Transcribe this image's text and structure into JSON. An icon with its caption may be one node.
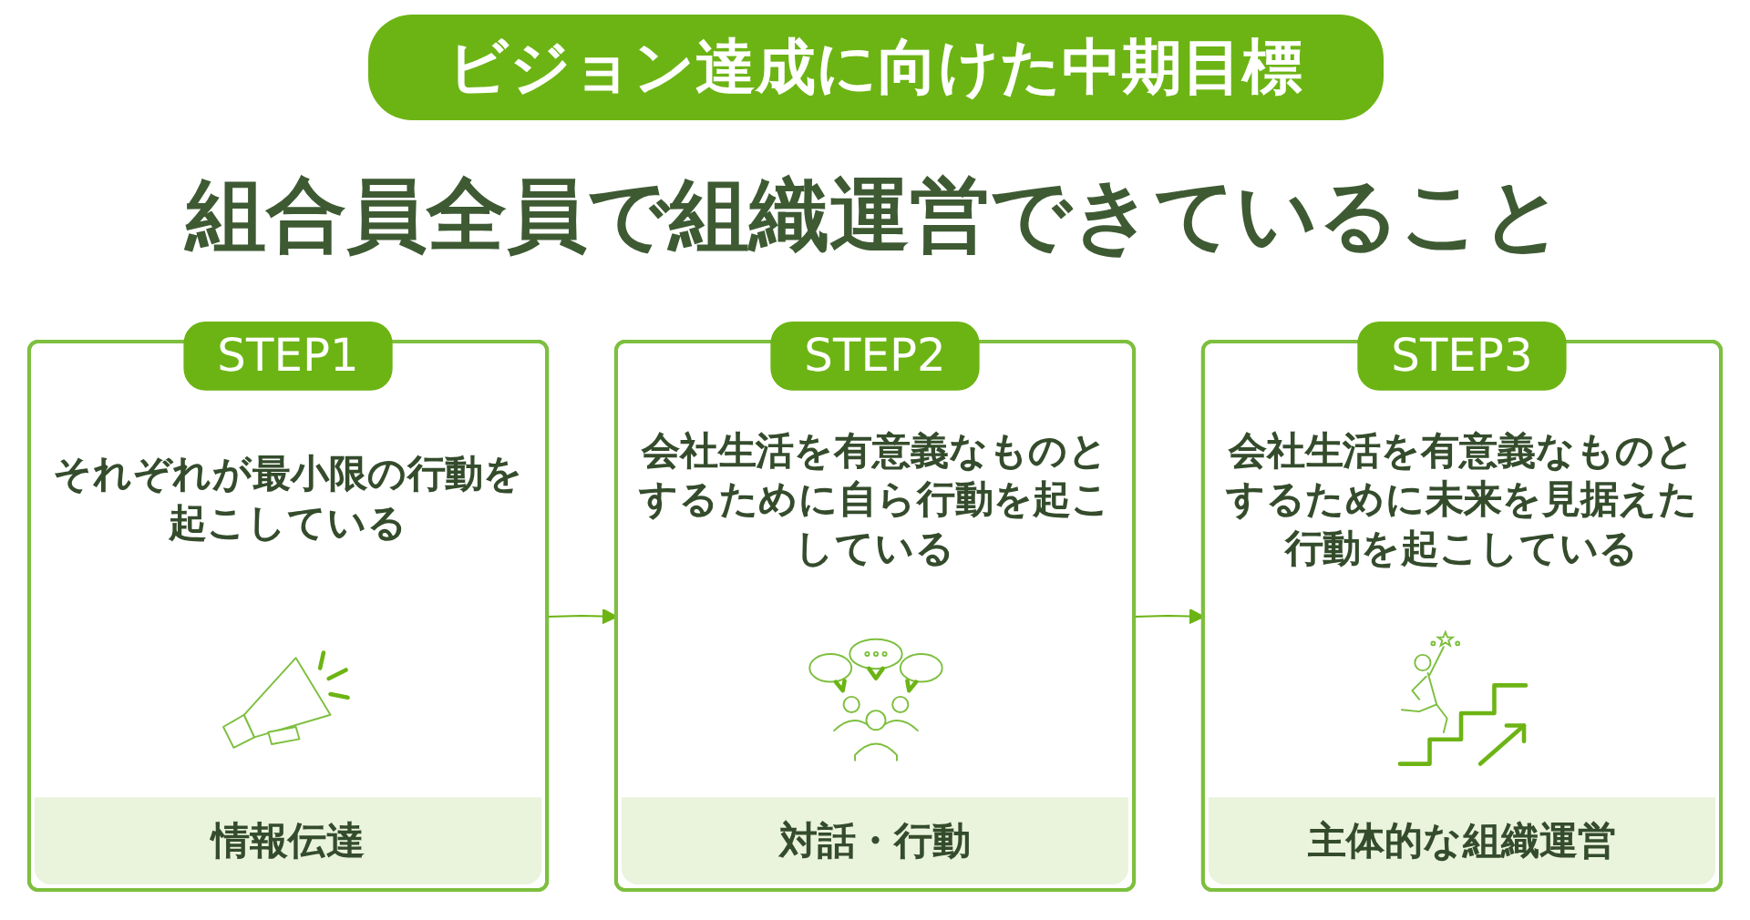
{
  "diagram": {
    "title": "ビジョン達成に向けた中期目標",
    "nodes": [
      {
        "text": [
          "STEP1",
          "それぞれが最小限の行動を起こしている",
          "情報伝達"
        ]
      },
      {
        "text": [
          "STEP2",
          "会社生活を有意義なものとするために自ら行動を起こしている",
          "対話・行動"
        ]
      },
      {
        "text": [
          "STEP3",
          "会社生活を有意義なものとするために未来を見据えた行動を起こしている",
          "主体的な組織運営"
        ]
      }
    ],
    "edges": [
      {
        "from": 0,
        "to": 1,
        "arrow": "to"
      },
      {
        "from": 1,
        "to": 2,
        "arrow": "to"
      }
    ],
    "labels": [
      "組合員全員で組織運営できていること"
    ]
  }
}
